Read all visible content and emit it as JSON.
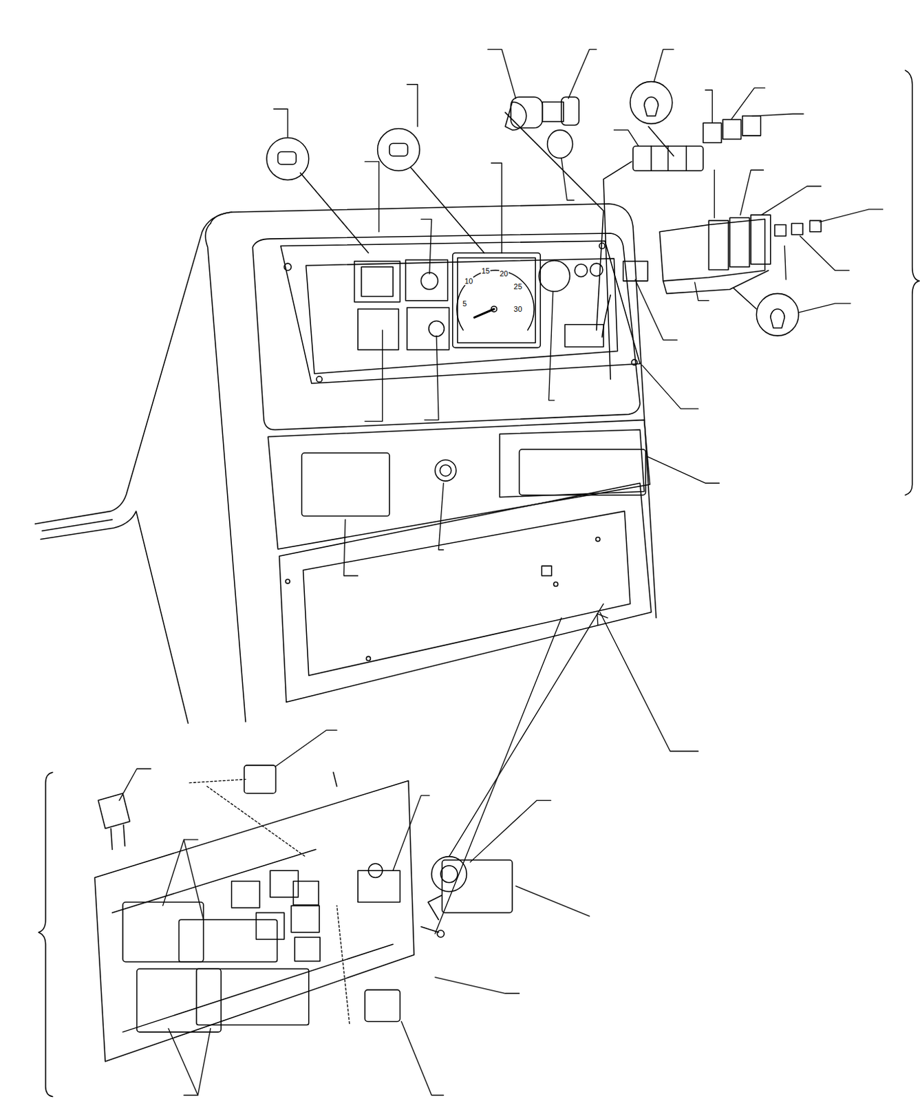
{
  "diagram": {
    "labels": [
      "5",
      "10",
      "15",
      "20",
      "25",
      "30"
    ]
  }
}
